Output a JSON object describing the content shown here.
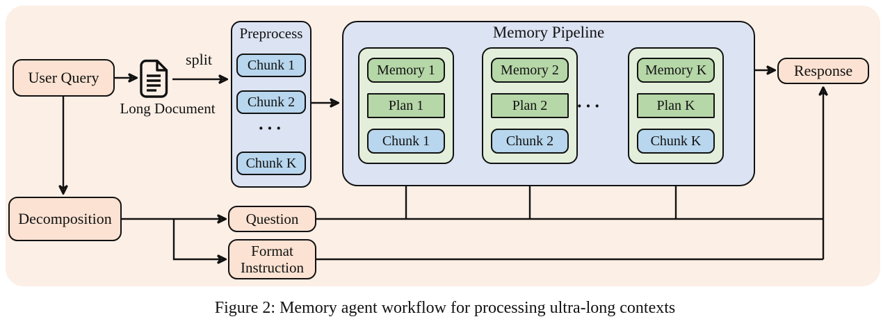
{
  "figure": {
    "caption": "Figure 2: Memory agent workflow for processing ultra-long contexts"
  },
  "nodes": {
    "user_query": "User Query",
    "split_label": "split",
    "long_document": "Long Document",
    "decomposition": "Decomposition",
    "question": "Question",
    "format_instruction": "Format Instruction",
    "response": "Response"
  },
  "preprocess": {
    "title": "Preprocess",
    "chunks": [
      "Chunk 1",
      "Chunk 2",
      "Chunk K"
    ],
    "ellipsis": "···"
  },
  "pipeline": {
    "title": "Memory Pipeline",
    "ellipsis": "···",
    "stages": [
      {
        "memory": "Memory 1",
        "plan": "Plan 1",
        "chunk": "Chunk 1"
      },
      {
        "memory": "Memory 2",
        "plan": "Plan 2",
        "chunk": "Chunk 2"
      },
      {
        "memory": "Memory K",
        "plan": "Plan K",
        "chunk": "Chunk K"
      }
    ]
  },
  "icons": {
    "document_icon": "document-icon"
  },
  "colors": {
    "figure_background": "#fcefe6",
    "peach_node": "#fbe2d2",
    "container_lavender": "#dce3f2",
    "chunk_blue": "#b8d6ed",
    "memory_green": "#b6d7a8",
    "stage_group_green": "#e4efdb",
    "line": "#111111"
  }
}
